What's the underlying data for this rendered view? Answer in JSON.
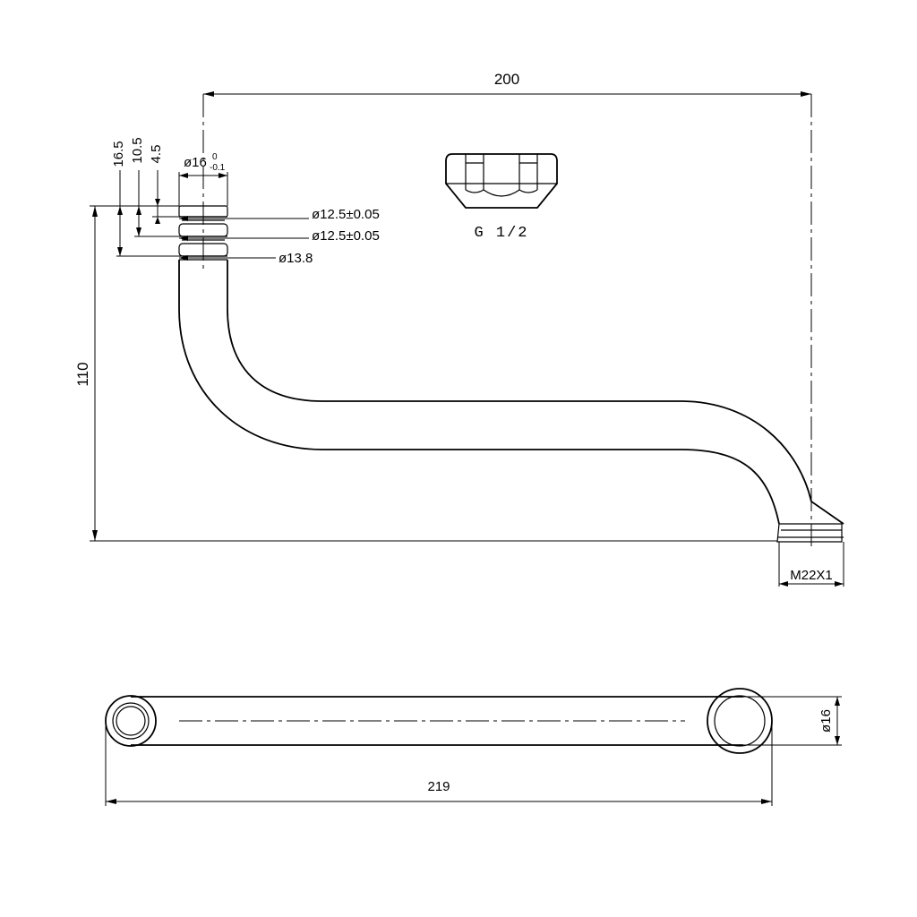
{
  "dimensions": {
    "overall_width": "200",
    "overall_height": "110",
    "length_219": "219",
    "outlet_thread": "M22X1",
    "side_diameter": "ø16",
    "top_diameter_main": "ø16",
    "top_diameter_upper": "0",
    "top_diameter_lower": "-0.1",
    "groove1": "ø12.5±0.05",
    "groove2": "ø12.5±0.05",
    "shoulder": "ø13.8",
    "offset_16_5": "16.5",
    "offset_10_5": "10.5",
    "offset_4_5": "4.5"
  },
  "nut": {
    "label": "G 1/2"
  }
}
